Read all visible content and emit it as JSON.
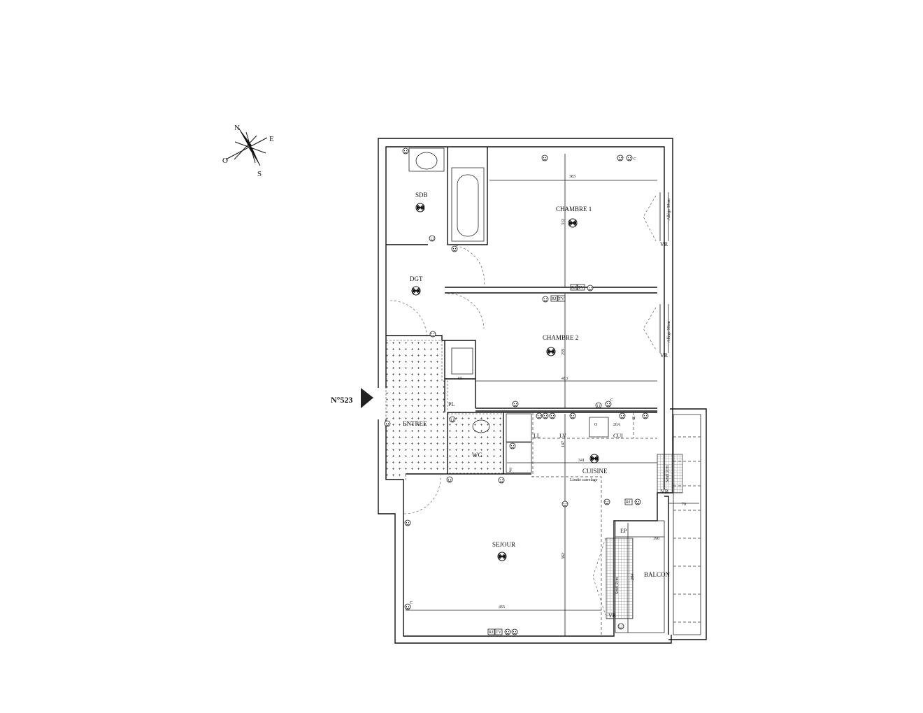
{
  "compass": {
    "north": "N",
    "east": "E",
    "south": "S",
    "west": "O"
  },
  "unit_number": "N°523",
  "rooms": {
    "sdb": "SDB",
    "dgt": "DGT",
    "chambre1": "CHAMBRE 1",
    "chambre2": "CHAMBRE 2",
    "entree": "ENTREE",
    "wc": "WC",
    "cuisine": "CUISINE",
    "sejour": "SEJOUR",
    "balcon": "BALCON",
    "pl": "PL"
  },
  "dimensions": {
    "ch1_width": "383",
    "ch1_depth": "312",
    "ch2_depth": "259",
    "ch2_width": "413",
    "closet": "65",
    "cuisine_width": "341",
    "cuisine_depth": "147",
    "sejour_width": "455",
    "sejour_depth": "362",
    "balcon_depth": "284",
    "balcon_width": "190",
    "balcon_inset": "70"
  },
  "annotations": {
    "vr": "VR",
    "window_sill_1": "Allège 90cm",
    "window_sill_2": "Allège 90cm",
    "window_sill_kitchen": "Seuil 2cm",
    "window_sill_sejour": "Seuil 2cm",
    "ll": "LL",
    "lv": "LV",
    "cui": "CUI",
    "f": "F",
    "breaker": "20A",
    "h": "H",
    "o": "O",
    "ep": "EP",
    "rj": "RJ",
    "tv": "TV",
    "c": "C",
    "limite": "Limite carrelage"
  }
}
